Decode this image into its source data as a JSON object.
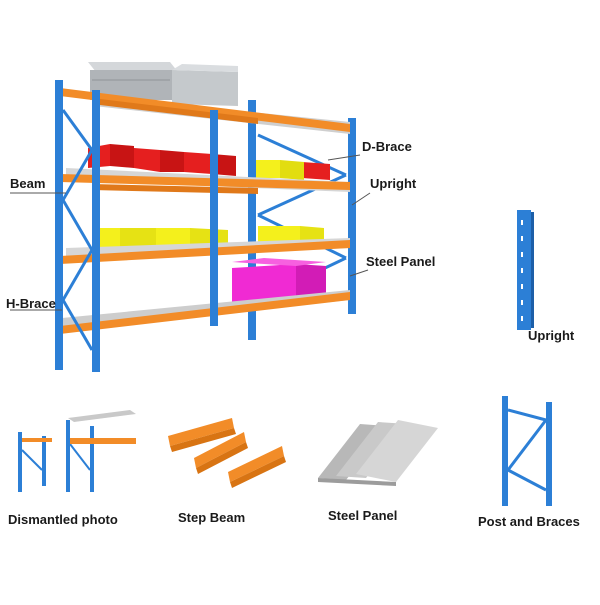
{
  "labels": {
    "d_brace": "D-Brace",
    "beam": "Beam",
    "upright_main": "Upright",
    "steel_panel_main": "Steel Panel",
    "h_brace": "H-Brace",
    "upright_part": "Upright",
    "dismantled_photo": "Dismantled photo",
    "step_beam": "Step Beam",
    "steel_panel_part": "Steel Panel",
    "post_and_braces": "Post and Braces"
  },
  "colors": {
    "upright_blue": "#2c7fd6",
    "beam_orange": "#f28c28",
    "panel_gray": "#c9c9c9",
    "bin_red": "#e51f1f",
    "bin_yellow": "#f4f01c",
    "box_magenta": "#f02ad3",
    "crate_gray": "#b0b4b8"
  }
}
